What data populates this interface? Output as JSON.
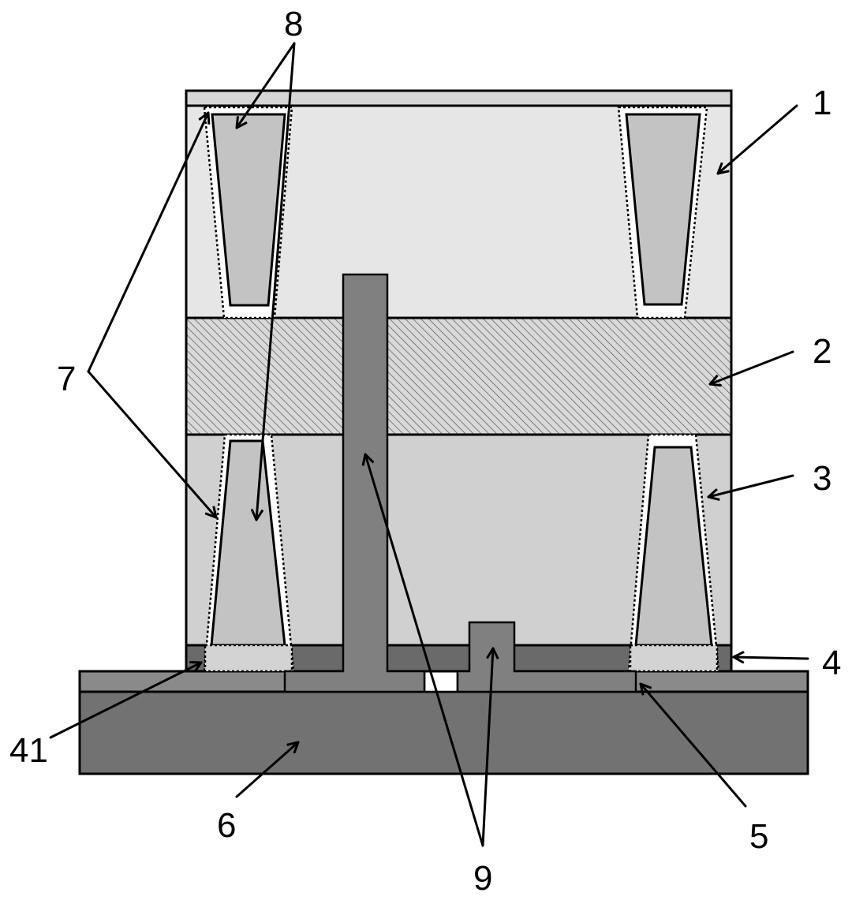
{
  "labels": {
    "l1": "1",
    "l2": "2",
    "l3": "3",
    "l4": "4",
    "l5": "5",
    "l6": "6",
    "l7": "7",
    "l8": "8",
    "l9": "9",
    "l41": "41"
  },
  "colors": {
    "layer1_fill": "#e6e6e6",
    "layer2_fill": "#d9d9d9",
    "layer3_fill": "#d0d0d0",
    "layer4_fill": "#6a6a6a",
    "pad41_fill": "#d3d3d3",
    "plate5_fill": "#8a8a8a",
    "base6_fill": "#727272",
    "via8_fill": "#c3c3c3",
    "post9_fill": "#808080",
    "cap_fill": "#d6d6d6",
    "hatch_line": "#555555"
  }
}
